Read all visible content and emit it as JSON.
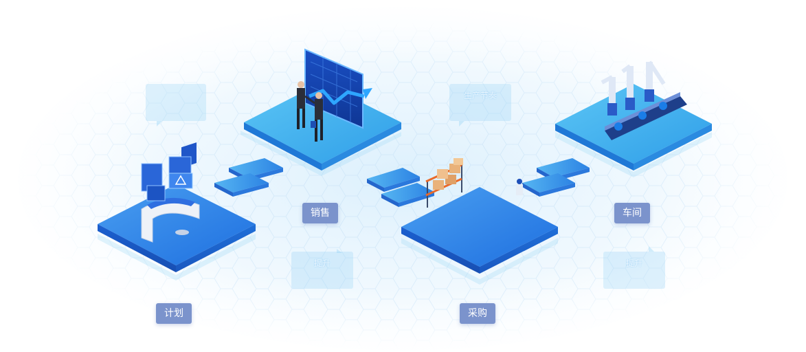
{
  "nodes": {
    "sales": {
      "label": "销售"
    },
    "plan": {
      "label": "计划"
    },
    "workshop": {
      "label": "车间"
    },
    "purchase": {
      "label": "采购"
    }
  },
  "bubbles": {
    "top_left": {
      "line1": "",
      "line2": ""
    },
    "top_center": {
      "line1": "",
      "line2": "生产节奏"
    },
    "bottom_center": {
      "line1": "提升",
      "line2": ""
    },
    "bottom_right": {
      "line1": "提升",
      "line2": ""
    }
  },
  "colors": {
    "platform_top": "#2e7fe6",
    "platform_top_light": "#44b2f0",
    "label_bg": "#7b93cc",
    "connector": "#3a8fe8",
    "hex_grid": "#cfe6f8"
  }
}
